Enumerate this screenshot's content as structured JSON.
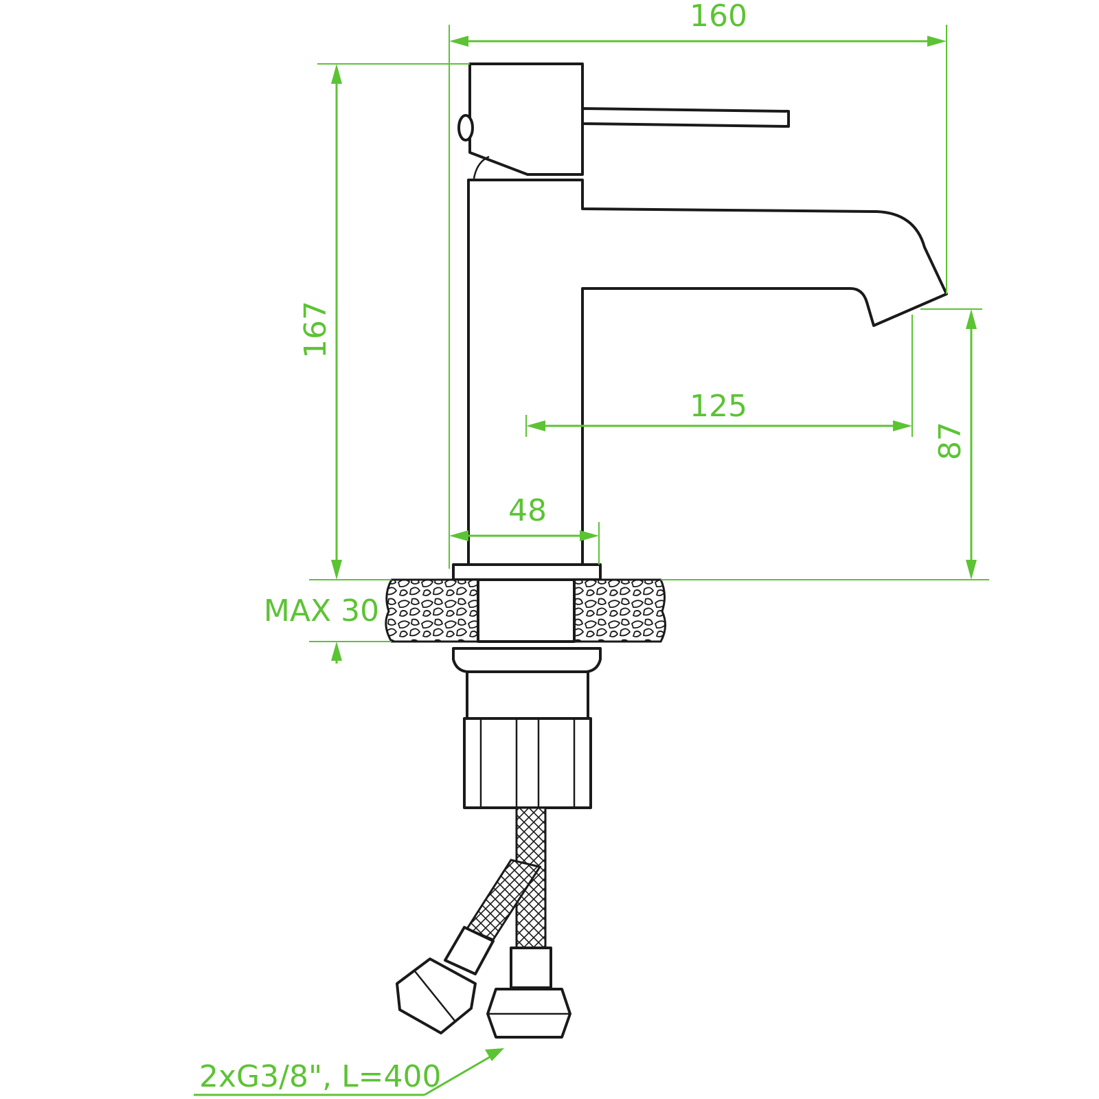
{
  "drawing": {
    "dimensions": {
      "overall_width": "160",
      "overall_height": "167",
      "spout_reach": "125",
      "spout_height": "87",
      "body_diameter": "48",
      "max_countertop": "MAX 30",
      "connection_hoses": "2xG3/8\", L=400"
    },
    "colors": {
      "dimension": "#5cc334",
      "outline": "#1a1a1a",
      "background": "#ffffff"
    }
  }
}
